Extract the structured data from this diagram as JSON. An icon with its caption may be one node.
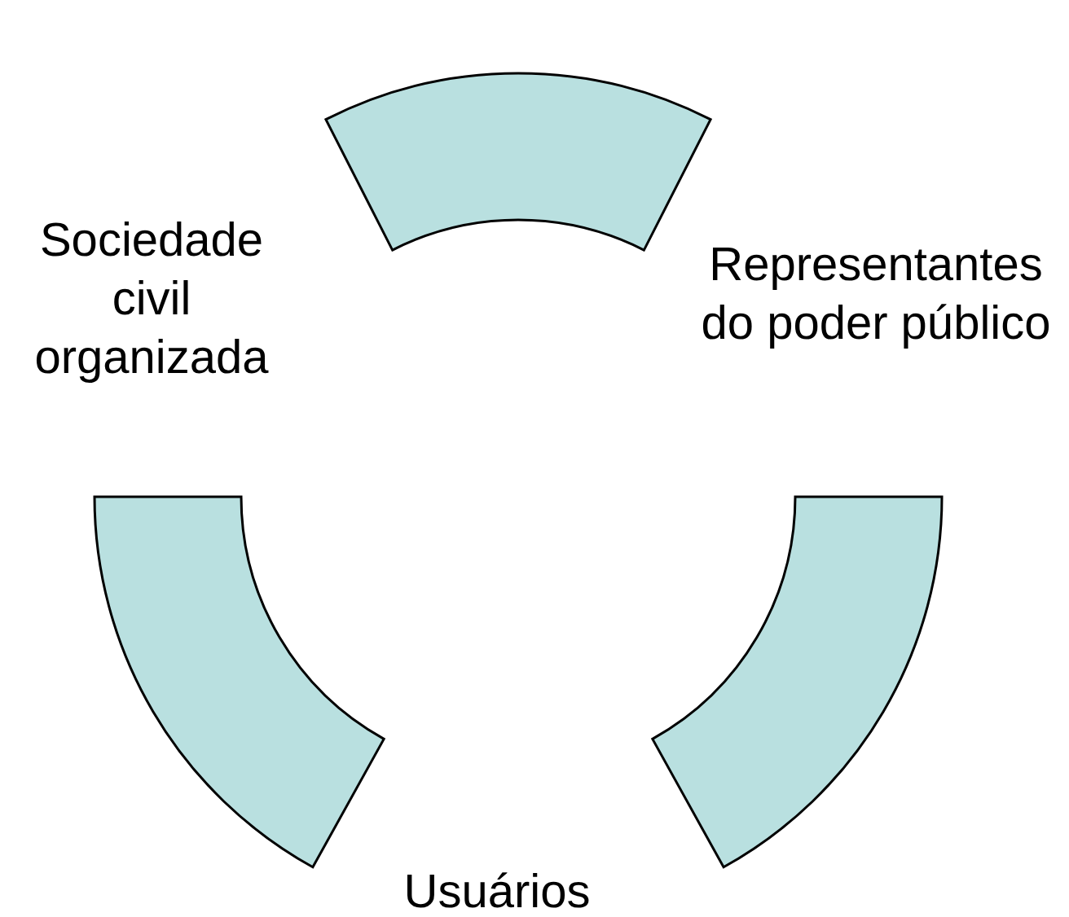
{
  "diagram": {
    "nodes": [
      {
        "text": [],
        "shape": "arc"
      },
      {
        "text": [],
        "shape": "arc"
      },
      {
        "text": [],
        "shape": "arc"
      }
    ],
    "labels": [
      "Sociedade civil organizada",
      "Representantes do poder público",
      "Usuários"
    ]
  }
}
